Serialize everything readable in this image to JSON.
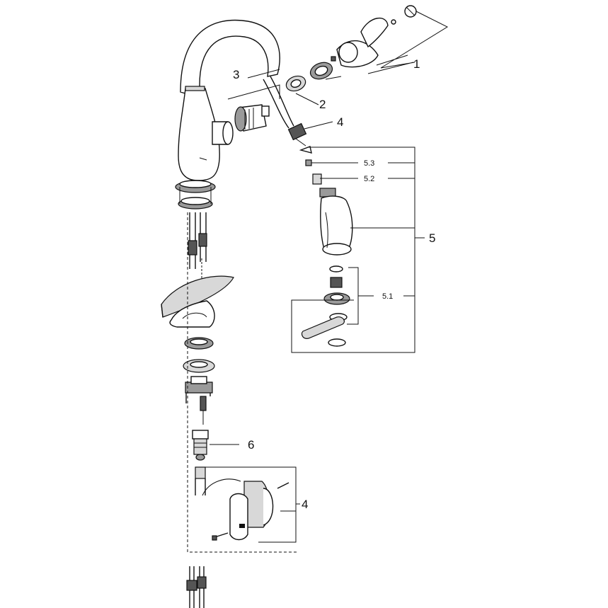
{
  "diagram": {
    "callouts": {
      "c1": "1",
      "c2": "2",
      "c3": "3",
      "c4_hose": "4",
      "c5": "5",
      "c5_1": "5.1",
      "c5_2": "5.2",
      "c5_3": "5.3",
      "c6": "6",
      "c4_weight": "4"
    }
  }
}
